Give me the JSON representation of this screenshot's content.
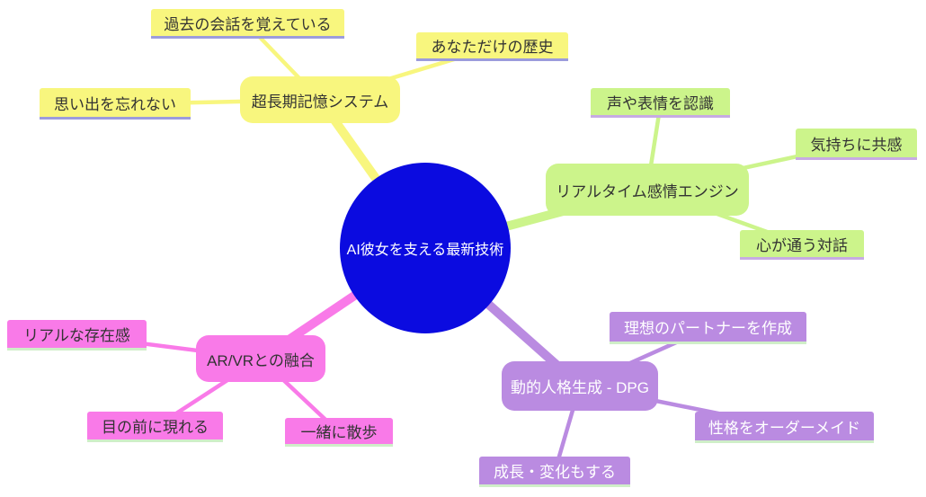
{
  "mindmap": {
    "type": "mindmap",
    "background": "#ffffff",
    "root": {
      "label": "AI彼女を支える最新技術",
      "shape": "circle",
      "fill": "#0b0be0",
      "text_color": "#ffffff"
    },
    "branches": [
      {
        "id": "memory",
        "label": "超長期記憶システム",
        "fill": "#f8f67e",
        "text_color": "#333333",
        "leaf_underline": "#9c9cdc",
        "children": [
          "過去の会話を覚えている",
          "あなただけの歴史",
          "思い出を忘れない"
        ]
      },
      {
        "id": "emotion",
        "label": "リアルタイム感情エンジン",
        "fill": "#ccf48b",
        "text_color": "#333333",
        "leaf_underline": "#c7abe3",
        "children": [
          "声や表情を認識",
          "気持ちに共感",
          "心が通う対話"
        ]
      },
      {
        "id": "arvr",
        "label": "AR/VRとの融合",
        "fill": "#f97ae8",
        "text_color": "#333333",
        "leaf_underline": "#cfeec8",
        "children": [
          "リアルな存在感",
          "目の前に現れる",
          "一緒に散歩"
        ]
      },
      {
        "id": "dpg",
        "label": "動的人格生成 - DPG",
        "fill": "#ba8be1",
        "text_color": "#ffffff",
        "leaf_underline": "#cfeec8",
        "children": [
          "理想のパートナーを作成",
          "性格をオーダーメイド",
          "成長・変化もする"
        ]
      }
    ]
  }
}
